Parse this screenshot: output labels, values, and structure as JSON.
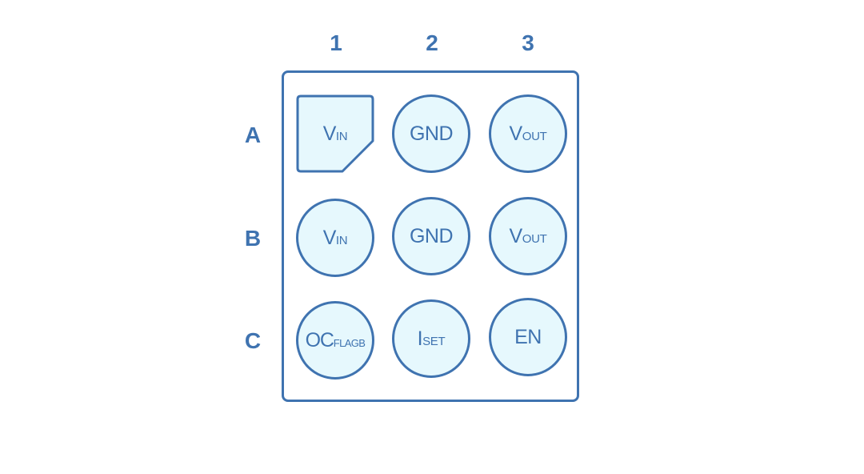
{
  "columns": [
    "1",
    "2",
    "3"
  ],
  "rows": [
    "A",
    "B",
    "C"
  ],
  "pins": {
    "A1": {
      "main": "V",
      "sub": "IN"
    },
    "A2": {
      "main": "GND",
      "sub": ""
    },
    "A3": {
      "main": "V",
      "sub": "OUT"
    },
    "B1": {
      "main": "V",
      "sub": "IN"
    },
    "B2": {
      "main": "GND",
      "sub": ""
    },
    "B3": {
      "main": "V",
      "sub": "OUT"
    },
    "C1": {
      "main": "OC",
      "sub": "FLAGB"
    },
    "C2": {
      "main": "I",
      "sub": "SET"
    },
    "C3": {
      "main": "EN",
      "sub": ""
    }
  },
  "colors": {
    "stroke": "#3f73b0",
    "fill": "#e6f8fd"
  }
}
